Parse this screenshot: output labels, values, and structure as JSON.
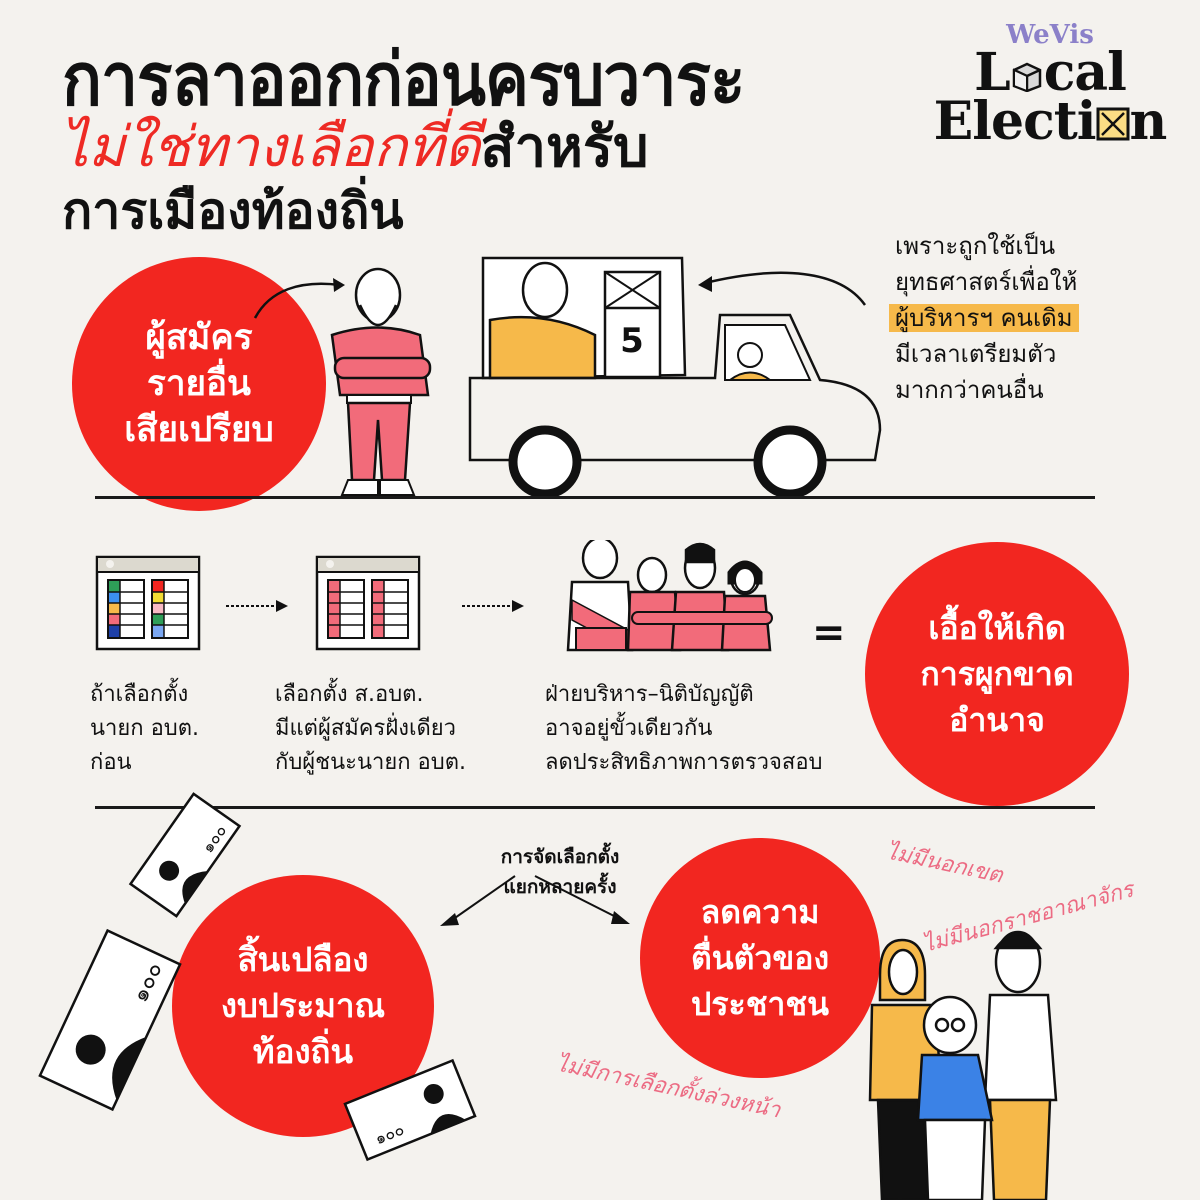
{
  "header": {
    "title_line1": "การลาออกก่อนครบวาระ",
    "title_line2_highlight": "ไม่ใช่ทางเลือกที่ดี",
    "title_line2_rest": "สำหรับ",
    "title_line3": "การเมืองท้องถิ่น"
  },
  "logo": {
    "brand": "WeVis",
    "line1_prefix": "L",
    "line1_suffix": "cal",
    "line2_prefix": "Electi",
    "line2_suffix": "n",
    "icons": [
      "ballot-box-icon",
      "ballot-x-icon"
    ]
  },
  "section1": {
    "circle_lines": [
      "ผู้สมัคร",
      "รายอื่น",
      "เสียเปรียบ"
    ],
    "note_lines": [
      "เพราะถูกใช้เป็น",
      "ยุทธศาสตร์เพื่อให้",
      "ผู้บริหารฯ คนเดิม",
      "มีเวลาเตรียมตัว",
      "มากกว่าคนอื่น"
    ],
    "note_highlight_index": 2,
    "truck_sign_number": "5"
  },
  "section2": {
    "steps": [
      {
        "lines": [
          "ถ้าเลือกตั้ง",
          "นายก อบต.",
          "ก่อน"
        ]
      },
      {
        "lines": [
          "เลือกตั้ง ส.อบต.",
          "มีแต่ผู้สมัครฝั่งเดียว",
          "กับผู้ชนะนายก อบต."
        ]
      },
      {
        "lines": [
          "ฝ่ายบริหาร–นิติบัญญัติ",
          "อาจอยู่ขั้วเดียวกัน",
          "ลดประสิทธิภาพการตรวจสอบ"
        ]
      }
    ],
    "equals": "=",
    "circle_lines": [
      "เอื้อให้เกิด",
      "การผูกขาด",
      "อำนาจ"
    ]
  },
  "section3": {
    "center_lines": [
      "การจัดเลือกตั้ง",
      "แยกหลายครั้ง"
    ],
    "left_circle_lines": [
      "สิ้นเปลือง",
      "งบประมาณ",
      "ท้องถิ่น"
    ],
    "right_circle_lines": [
      "ลดความ",
      "ตื่นตัวของ",
      "ประชาชน"
    ],
    "banknote_value": "๑๐๐",
    "annotations": [
      "ไม่มีนอกเขต",
      "ไม่มีนอกราชอาณาจักร",
      "ไม่มีการเลือกตั้งล่วงหน้า"
    ]
  },
  "colors": {
    "background": "#f4f2ee",
    "accent_red": "#f22620",
    "highlight_orange": "#f6b94a",
    "figure_pink": "#f26b7a",
    "annotation_pink": "#ec6b83",
    "logo_purple": "#8b80c9"
  }
}
